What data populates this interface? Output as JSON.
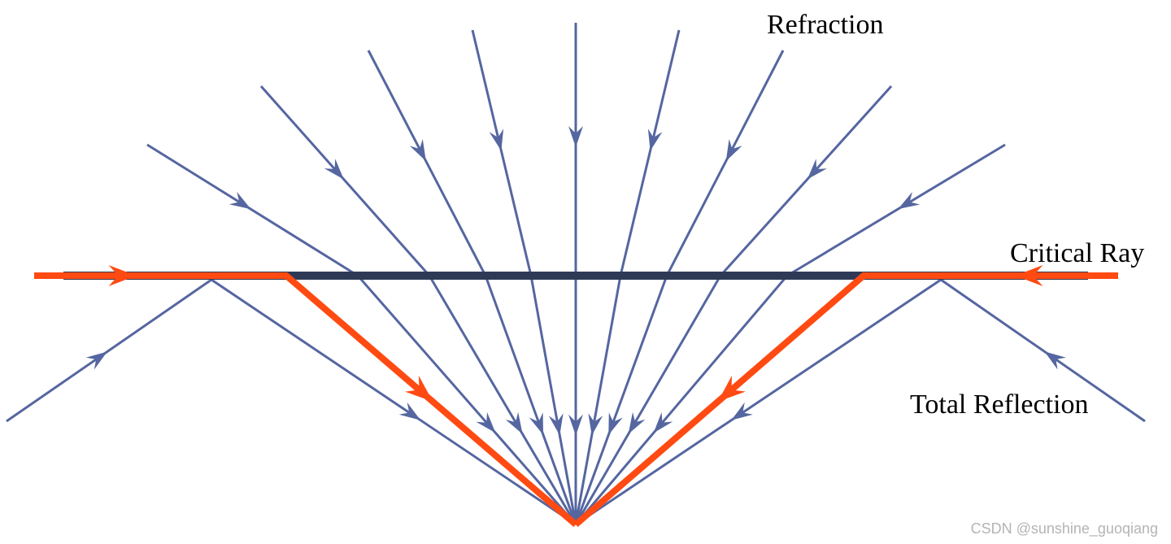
{
  "labels": {
    "refraction": "Refraction",
    "critical_ray": "Critical Ray",
    "total_reflection": "Total Reflection"
  },
  "watermark": "CSDN @sunshine_guoqiang",
  "colors": {
    "ray_blue": "#5566a0",
    "critical_orange": "#ff4a12",
    "interface": "#2e3a55",
    "label_text": "#000000",
    "watermark_text": "#b4b4b4",
    "background": "#ffffff"
  }
}
